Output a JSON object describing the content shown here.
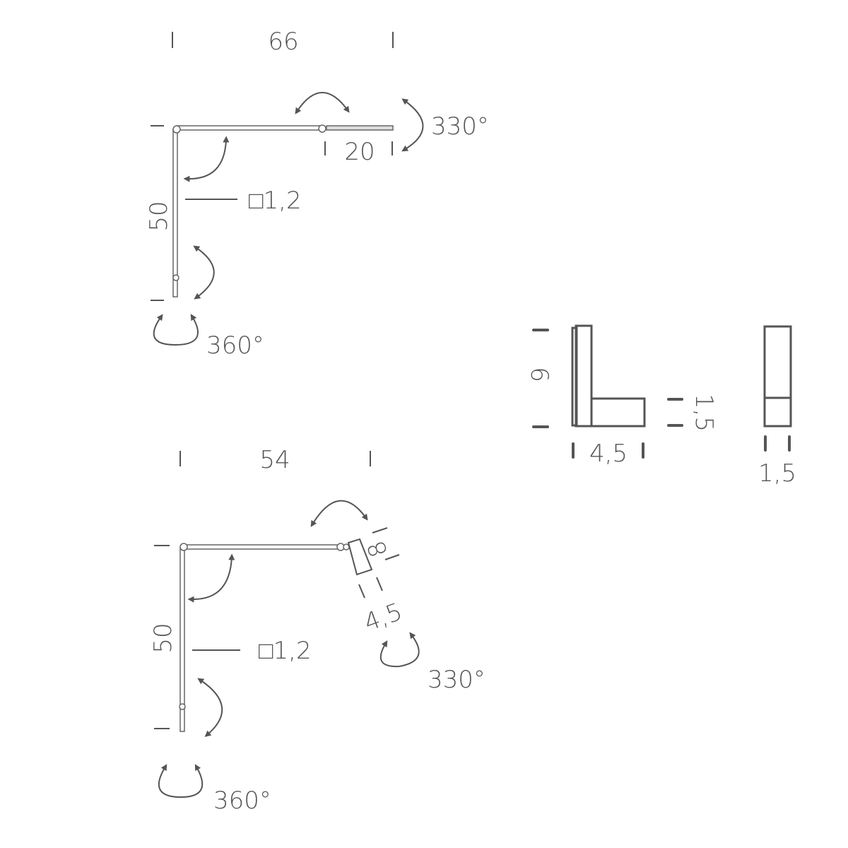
{
  "title": "Desk lamp dimension diagram",
  "units_note": "",
  "lamp_top": {
    "width": "66",
    "height": "50",
    "head_length": "20",
    "profile": "□1,2",
    "head_rotation": "330°",
    "base_rotation": "360°"
  },
  "lamp_bottom": {
    "width": "54",
    "height": "50",
    "head_length": "8",
    "head_width": "4,5",
    "profile": "□1,2",
    "head_rotation": "330°",
    "base_rotation": "360°"
  },
  "base_side": {
    "height": "6",
    "depth": "4,5",
    "foot_height": "1,5"
  },
  "base_front": {
    "width": "1,5"
  }
}
